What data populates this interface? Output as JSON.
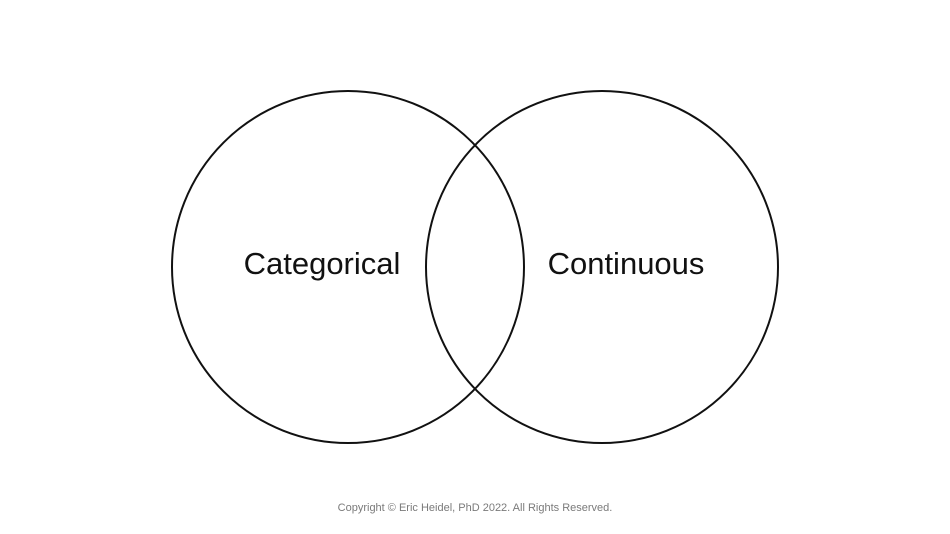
{
  "diagram": {
    "type": "venn",
    "sets": [
      {
        "label": "Categorical"
      },
      {
        "label": "Continuous"
      }
    ],
    "stroke_color": "#111111",
    "label_color": "#111111"
  },
  "footer": {
    "copyright": "Copyright © Eric Heidel, PhD 2022. All Rights Reserved."
  }
}
